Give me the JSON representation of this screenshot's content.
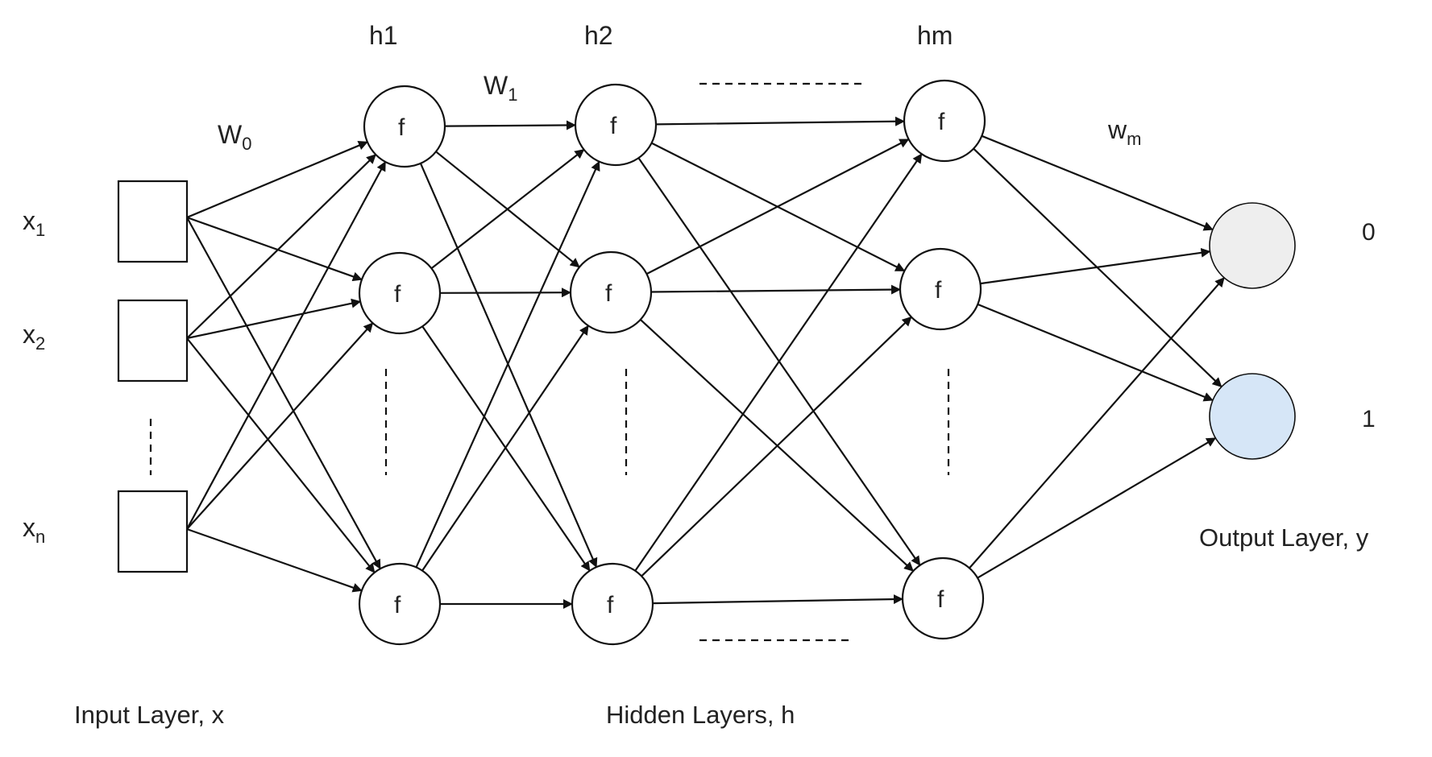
{
  "layers": {
    "h1": "h1",
    "h2": "h2",
    "hm": "hm"
  },
  "inputs": [
    {
      "base": "x",
      "sub": "1"
    },
    {
      "base": "x",
      "sub": "2"
    },
    {
      "base": "x",
      "sub": "n"
    }
  ],
  "weights": [
    {
      "base": "W",
      "sub": "0"
    },
    {
      "base": "W",
      "sub": "1"
    },
    {
      "base": "w",
      "sub": "m"
    }
  ],
  "neuron_label": "f",
  "outputs": [
    {
      "label": "0",
      "color": "#eeeeee"
    },
    {
      "label": "1",
      "color": "#d6e6f7"
    }
  ],
  "captions": {
    "input_layer": "Input Layer, x",
    "hidden_layers": "Hidden Layers, h",
    "output_layer": "Output Layer, y"
  },
  "colors": {
    "stroke": "#111111",
    "text": "#222222"
  }
}
